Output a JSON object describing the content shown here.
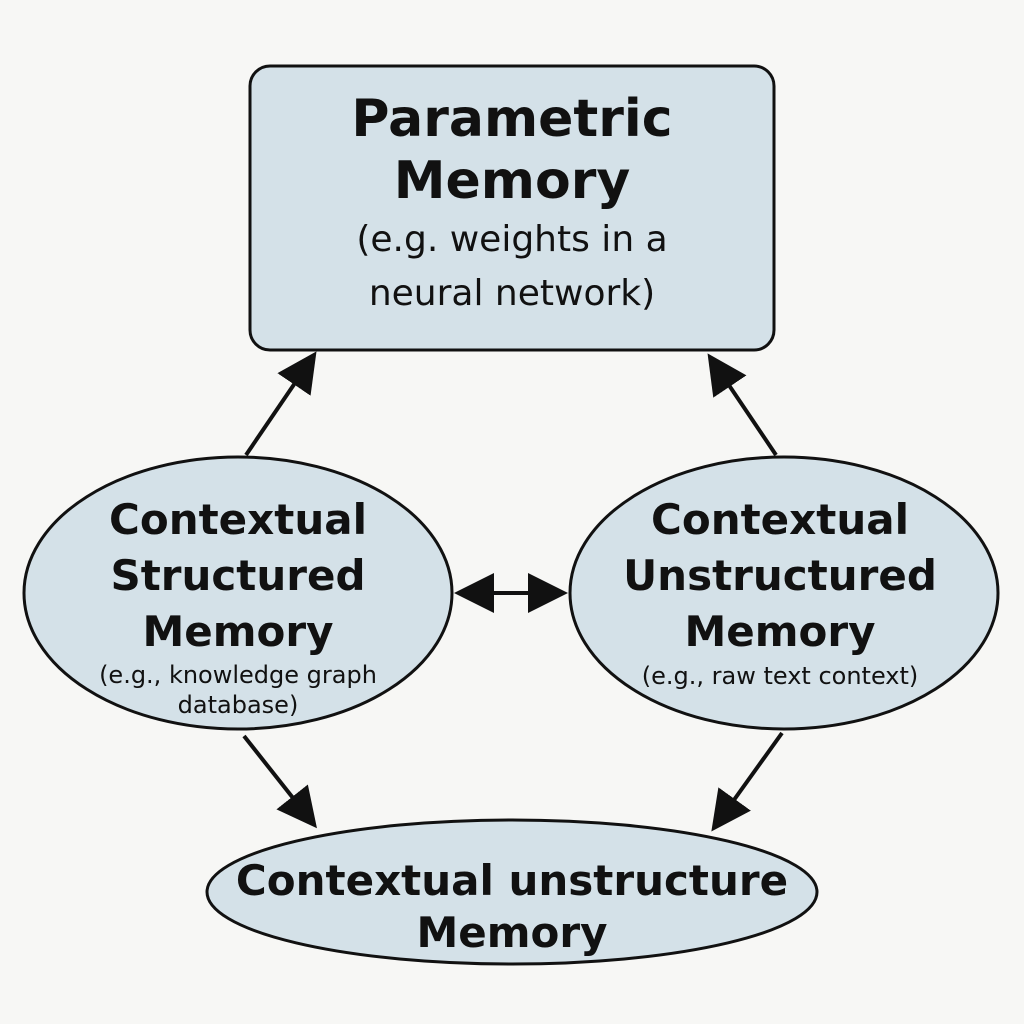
{
  "colors": {
    "background": "#f7f7f5",
    "node_fill": "#d4e1e8",
    "stroke": "#111111",
    "text": "#111111"
  },
  "nodes": {
    "parametric": {
      "title_line1": "Parametric",
      "title_line2": "Memory",
      "example_line1": "(e.g. weights in a",
      "example_line2": "neural network)"
    },
    "structured": {
      "title_line1": "Contextual",
      "title_line2": "Structured",
      "title_line3": "Memory",
      "example_line1": "(e.g., knowledge graph",
      "example_line2": "database)"
    },
    "unstructured": {
      "title_line1": "Contextual",
      "title_line2": "Unstructured",
      "title_line3": "Memory",
      "example_line1": "(e.g., raw text context)"
    },
    "bottom": {
      "title_line1": "Contextual unstructure",
      "title_line2": "Memory"
    }
  },
  "edges": [
    {
      "from": "structured",
      "to": "parametric",
      "direction": "one-way"
    },
    {
      "from": "unstructured",
      "to": "parametric",
      "direction": "one-way"
    },
    {
      "from": "structured",
      "to": "unstructured",
      "direction": "two-way"
    },
    {
      "from": "structured",
      "to": "bottom",
      "direction": "one-way"
    },
    {
      "from": "unstructured",
      "to": "bottom",
      "direction": "one-way"
    }
  ]
}
